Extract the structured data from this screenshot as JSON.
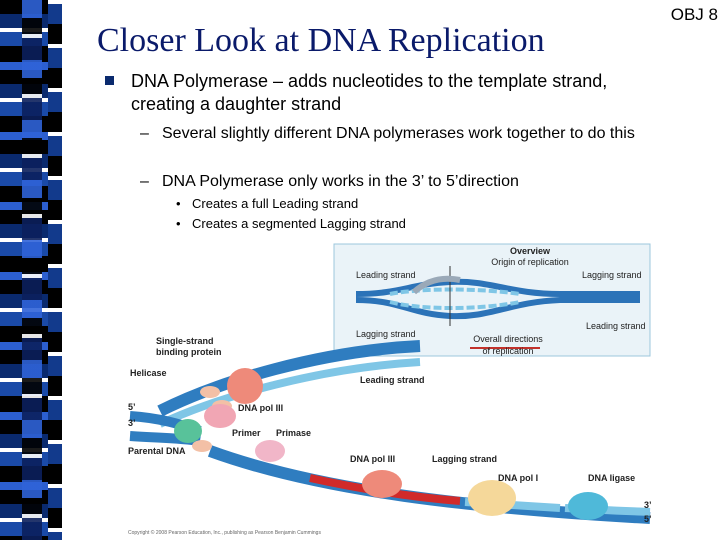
{
  "obj_label": "OBJ 8",
  "title": "Closer Look at DNA Replication",
  "bullet": "DNA Polymerase – adds nucleotides to the template strand, creating a daughter strand",
  "subbullets": [
    "Several slightly different DNA polymerases work together to do this",
    "DNA Polymerase only works in the 3’ to 5’direction"
  ],
  "subsubbullets": [
    "Creates a full Leading strand",
    "Creates a segmented Lagging strand"
  ],
  "figure": {
    "overview": "Overview",
    "origin": "Origin of replication",
    "leading_left": "Leading strand",
    "lagging_right": "Lagging strand",
    "leading_right": "Leading strand",
    "lagging_left": "Lagging strand",
    "overall_line1": "Overall directions",
    "overall_line2": "of replication",
    "single_strand_line1": "Single-strand",
    "single_strand_line2": "binding protein",
    "helicase": "Helicase",
    "leading_strand_main": "Leading strand",
    "five_prime_top": "5’",
    "three_prime_top": "3’",
    "pol3_top": "DNA pol III",
    "primer": "Primer",
    "primase": "Primase",
    "parental": "Parental DNA",
    "pol3_bottom": "DNA pol III",
    "lagging_main": "Lagging strand",
    "pol1": "DNA pol I",
    "ligase": "DNA ligase",
    "three_prime_right": "3’",
    "five_prime_right": "5’",
    "copyright": "Copyright © 2008 Pearson Education, Inc., publishing as Pearson Benjamin Cummings"
  }
}
